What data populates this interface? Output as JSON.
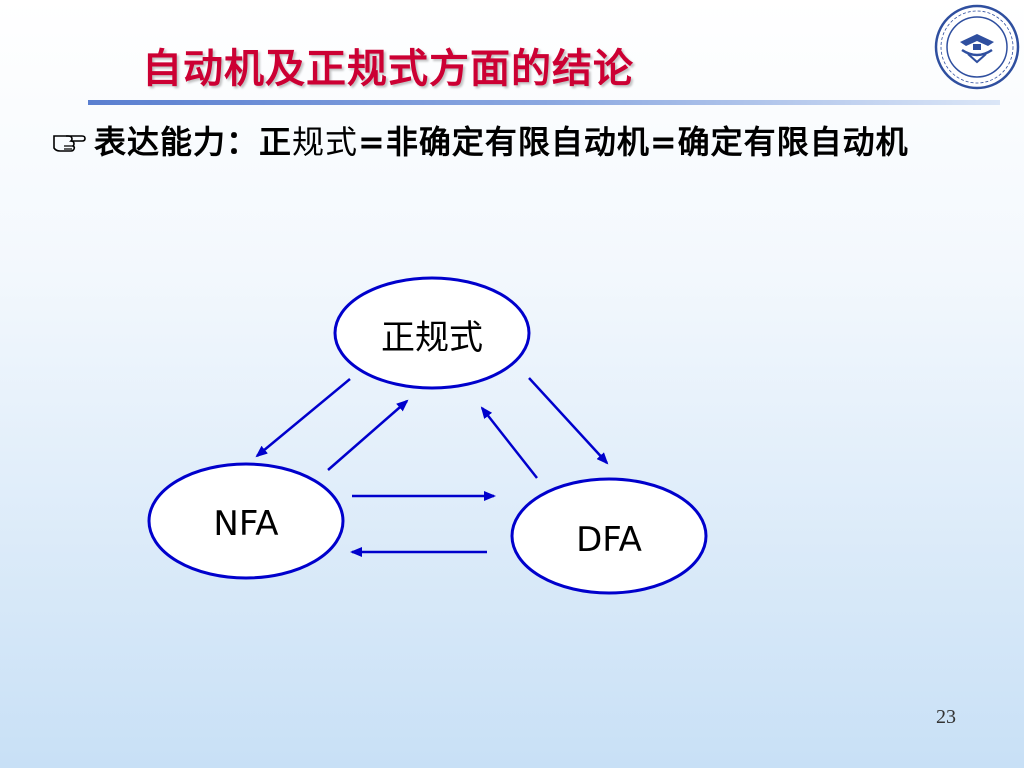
{
  "slide": {
    "title": "自动机及正规式方面的结论",
    "bullet": {
      "part1": "表达能力：正",
      "part2": "规式",
      "part3": "=非确定有限自动机=确定有限自动机"
    },
    "page_number": "23"
  },
  "diagram": {
    "nodes": {
      "regex": "正规式",
      "nfa": "NFA",
      "dfa": "DFA"
    },
    "edge_color": "#0000cc",
    "node_color": "#0000cc"
  },
  "colors": {
    "title": "#cc0033",
    "accent": "#0000cc"
  }
}
